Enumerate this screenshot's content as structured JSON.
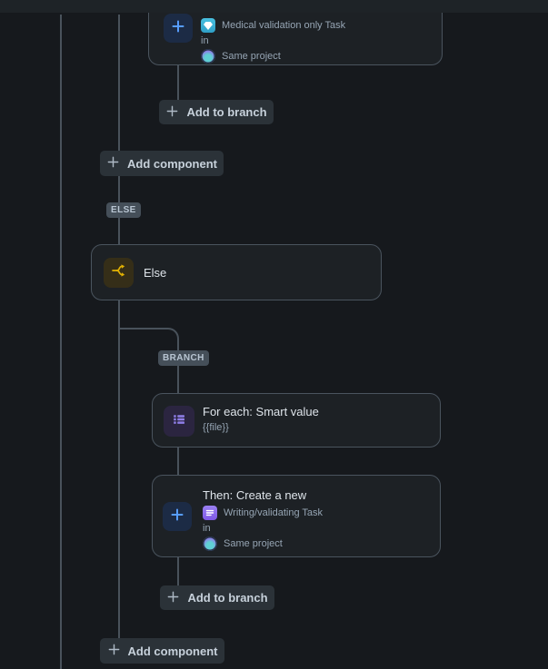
{
  "colors": {
    "background": "#16191d",
    "card_background": "#1d2125",
    "card_border": "#4a545e",
    "connector_line": "#49525b",
    "button_background": "#2b3238",
    "badge_background": "#454f59",
    "accent_blue": "#579dff",
    "accent_yellow": "#e2b203",
    "accent_purple": "#8f7ee7",
    "accent_teal": "#35b9de",
    "title_text": "#dee4ea",
    "meta_text": "#96a5b4"
  },
  "icons": {
    "plus": "plus-icon",
    "branch_split": "branch-split-icon",
    "list": "list-icon",
    "gem": "gem-icon",
    "document": "document-icon",
    "project_avatar": "project-avatar-icon"
  },
  "actions": {
    "add_to_branch": "Add to branch",
    "add_component": "Add component"
  },
  "nodes": {
    "clipped_task_card": {
      "task_type": "Medical validation only Task",
      "preposition": "in",
      "scope": "Same project"
    },
    "else_badge": "ELSE",
    "else_card": {
      "title": "Else"
    },
    "branch_badge": "BRANCH",
    "foreach_card": {
      "title": "For each: Smart value",
      "smart_value": "{{file}}"
    },
    "then_card": {
      "title": "Then: Create a new",
      "task_type": "Writing/validating Task",
      "preposition": "in",
      "scope": "Same project"
    }
  }
}
